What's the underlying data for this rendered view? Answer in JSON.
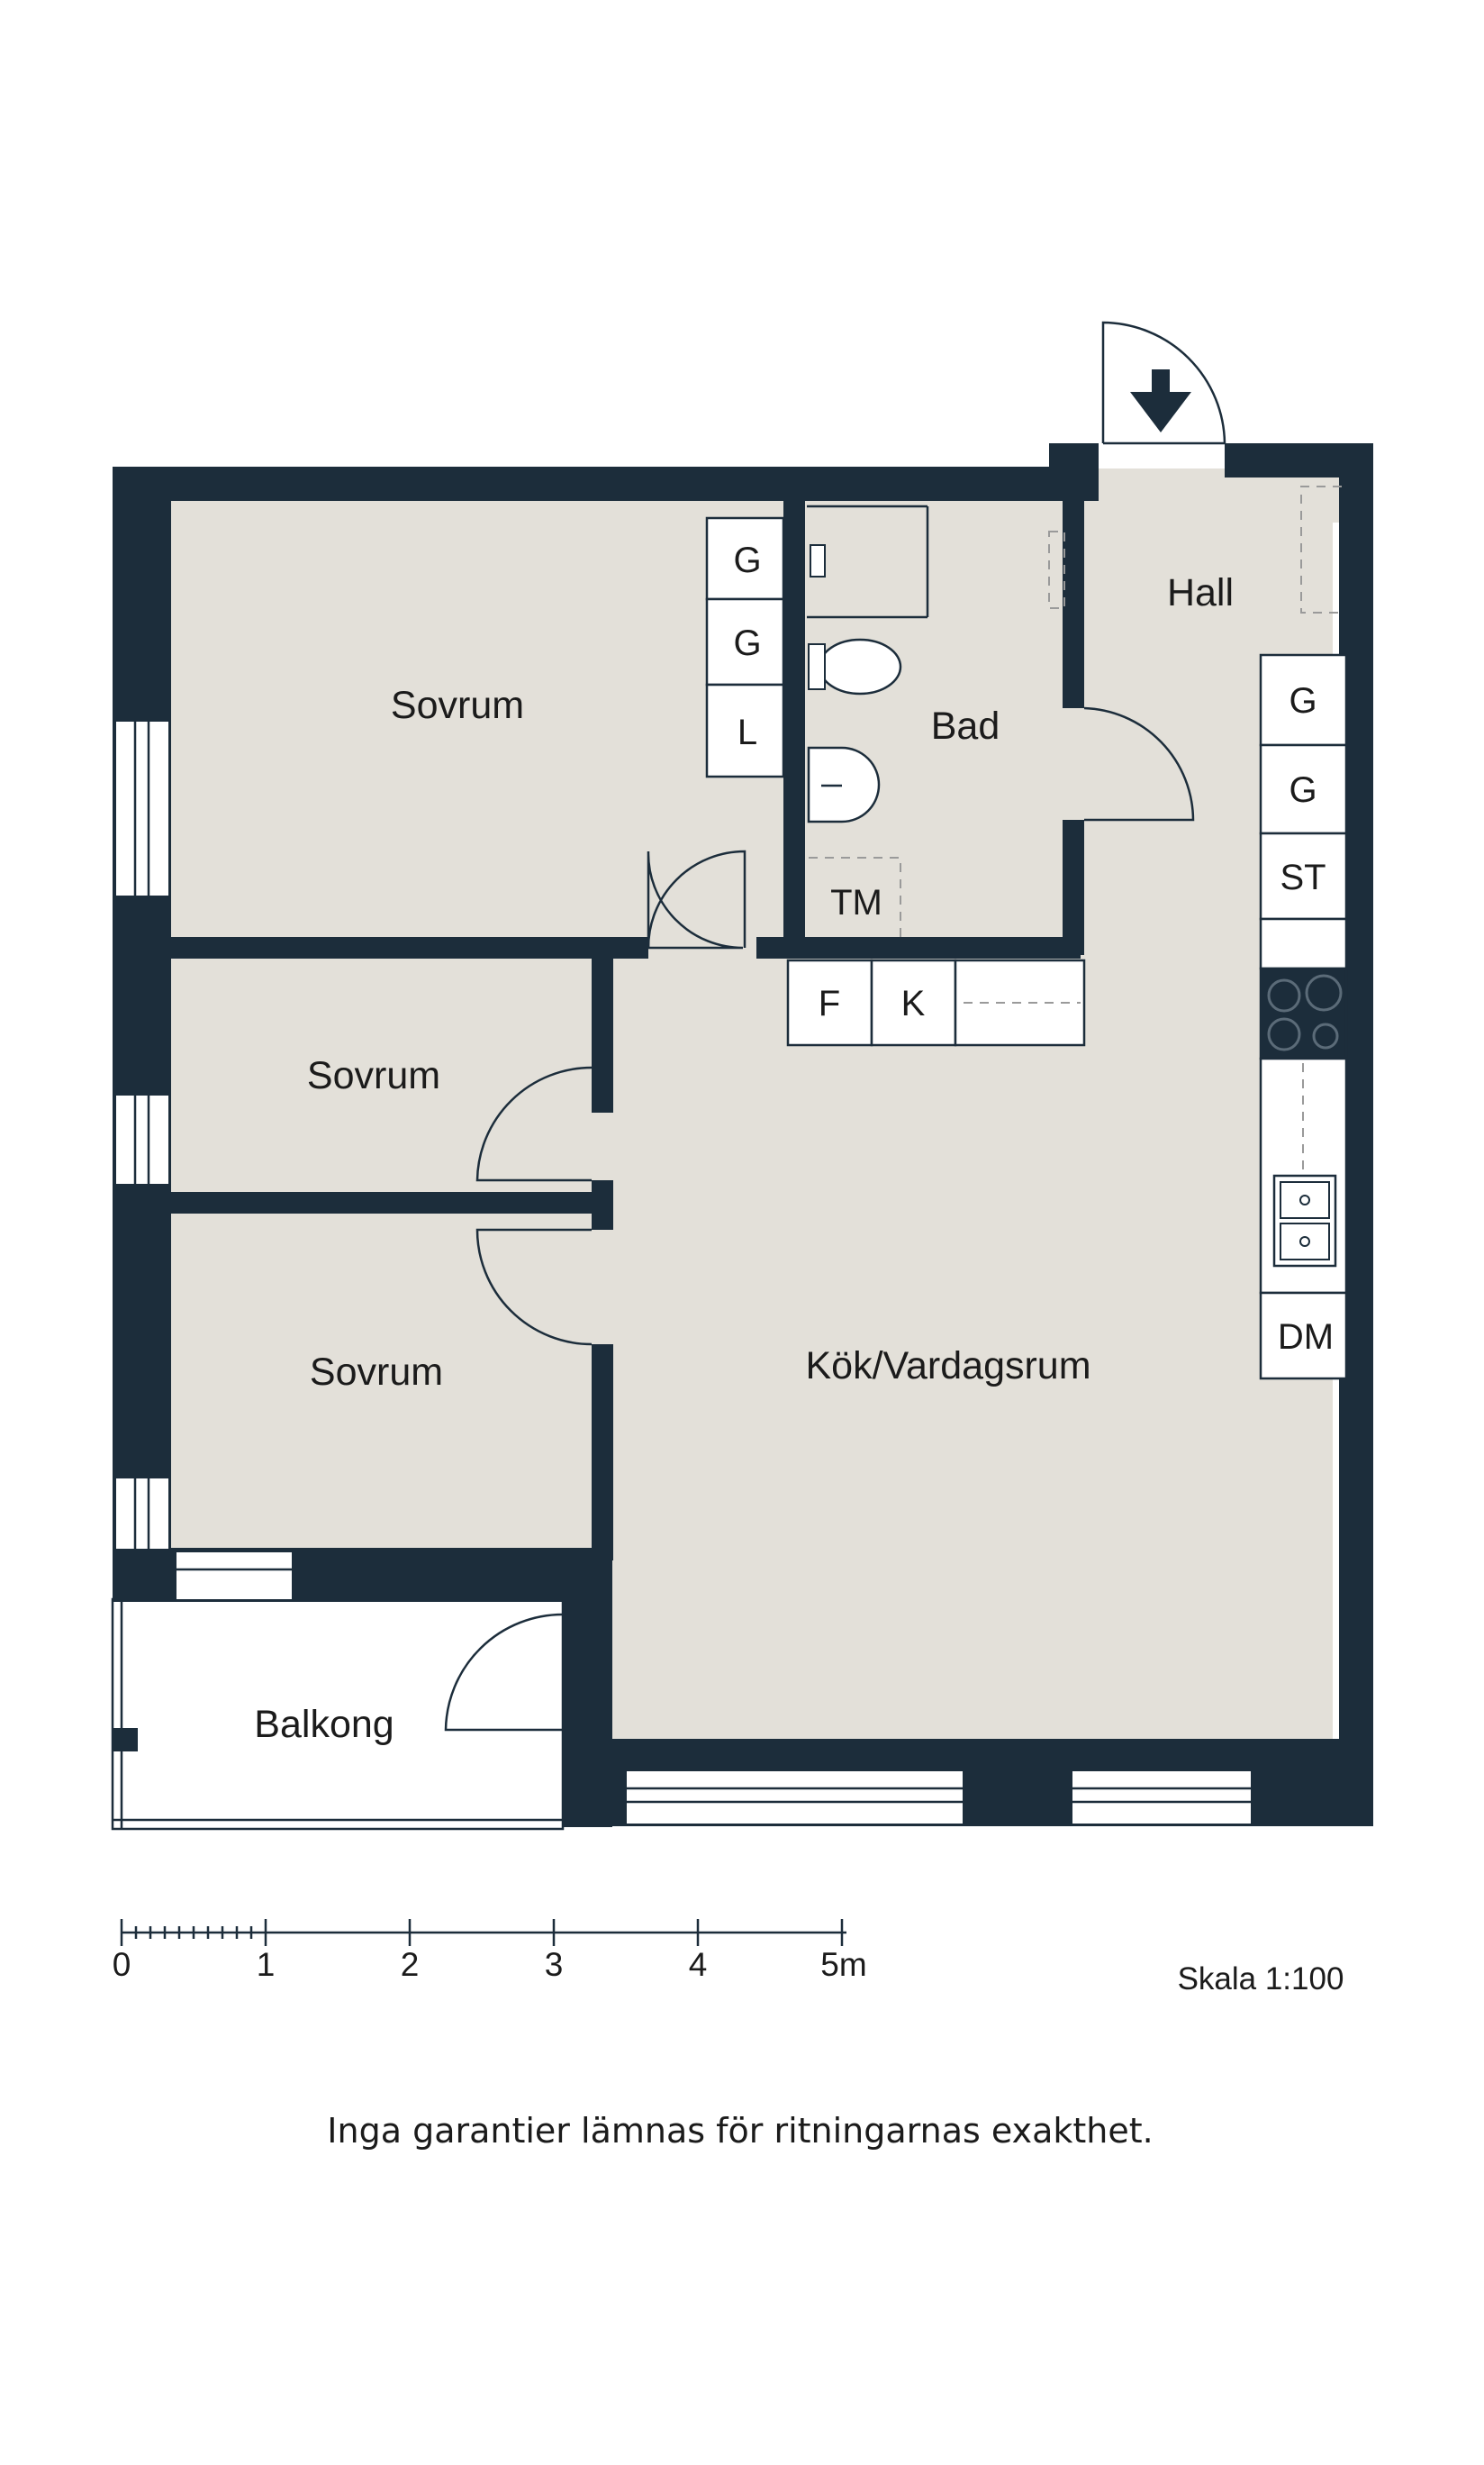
{
  "rooms": {
    "sovrum1": "Sovrum",
    "sovrum2": "Sovrum",
    "sovrum3": "Sovrum",
    "bad": "Bad",
    "hall": "Hall",
    "kok": "Kök/Vardagsrum",
    "balkong": "Balkong"
  },
  "fixtures": {
    "wardrobe1_g1": "G",
    "wardrobe1_g2": "G",
    "wardrobe1_l": "L",
    "tm": "TM",
    "fridge": "F",
    "freezer": "K",
    "hall_g1": "G",
    "hall_g2": "G",
    "hall_st": "ST",
    "dm": "DM"
  },
  "scale_bar": {
    "ticks": [
      "0",
      "1",
      "2",
      "3",
      "4",
      "5m"
    ],
    "label": "Skala 1:100"
  },
  "disclaimer": "Inga garantier lämnas för ritningarnas exakthet.",
  "colors": {
    "wall": "#1c2d3b",
    "floor": "#e3e0d9",
    "balcony": "#ffffff"
  }
}
